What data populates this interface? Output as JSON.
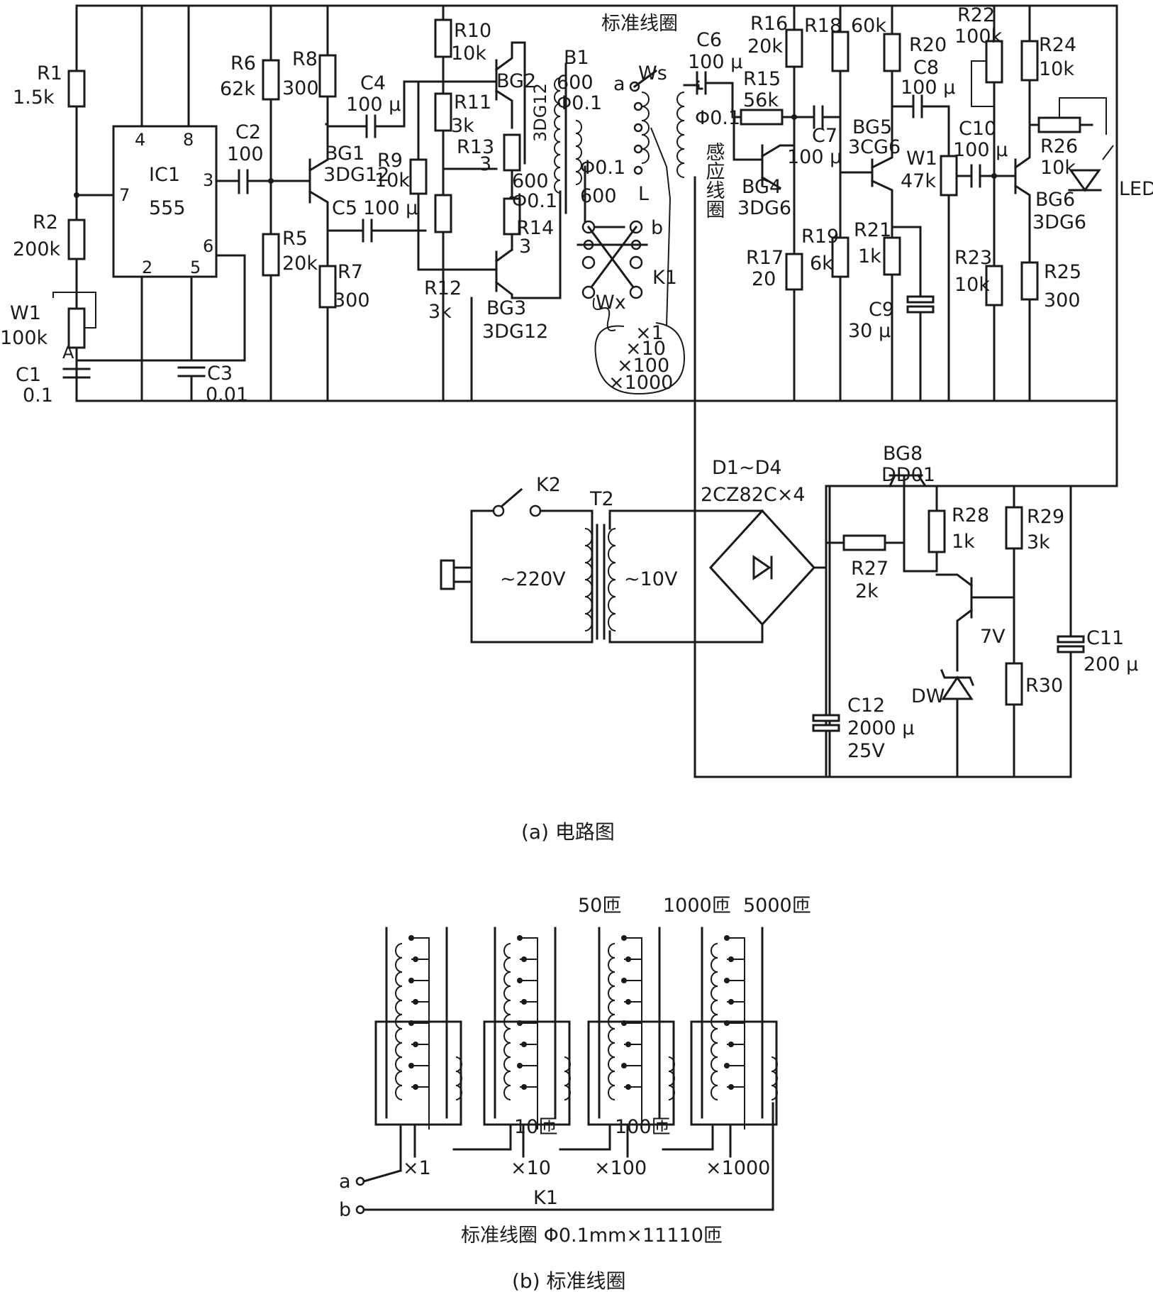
{
  "labels": {
    "r1": "R1",
    "r1v": "1.5k",
    "r2": "R2",
    "r2v": "200k",
    "w1": "W1",
    "w1v": "100k",
    "a": "A",
    "c1": "C1",
    "c1v": "0.1",
    "c3": "C3",
    "c3v": "0.01",
    "ic_title": "IC1",
    "ic_sub": "555",
    "p4": "4",
    "p8": "8",
    "p7": "7",
    "p3": "3",
    "p6": "6",
    "p2": "2",
    "p5": "5",
    "c2": "C2",
    "c2v": "100",
    "r6": "R6",
    "r6v": "62k",
    "r5": "R5",
    "r5v": "20k",
    "r8": "R8",
    "r8v": "300",
    "r7": "R7",
    "r7v": "300",
    "bg1": "BG1",
    "bg1v": "3DG12",
    "c4": "C4",
    "c4v": "100 μ",
    "c5": "C5",
    "c5v": "100 μ",
    "r9": "R9",
    "r9v": "10k",
    "r10": "R10",
    "r10v": "10k",
    "r11": "R11",
    "r11v": "3k",
    "r12": "R12",
    "r12v": "3k",
    "r13": "R13",
    "r13v": "3",
    "r14": "R14",
    "r14v": "3",
    "bg2": "BG2",
    "bg2v": "3DG12",
    "bg3": "BG3",
    "bg3v": "3DG12",
    "b1": "B1",
    "t600a": "600",
    "t01a": "Φ0.1",
    "t600b": "600",
    "t01b": "Φ0.1",
    "t01c": "Φ0.1",
    "t600c": "600",
    "std_coil": "标准线圈",
    "ws": "Ws",
    "ta": "a",
    "tb": "b",
    "tl": "L",
    "k1": "K1",
    "wx": "Wx",
    "x1": "×1",
    "x10": "×10",
    "x100": "×100",
    "x1000": "×1000",
    "c6": "C6",
    "c6v": "100 μ",
    "t01d": "Φ0.1",
    "ind_coil": "感应线圈",
    "r15": "R15",
    "r15v": "56k",
    "r16": "R16",
    "r16v": "20k",
    "r17": "R17",
    "r17v": "20",
    "c7": "C7",
    "c7v": "100 μ",
    "bg4": "BG4",
    "bg4v": "3DG6",
    "r18": "R18",
    "r18v": "60k",
    "r19": "R19",
    "r19v": "6k",
    "bg5": "BG5",
    "bg5v": "3CG6",
    "r20": "R20",
    "c8": "C8",
    "c8v": "100 μ",
    "r21": "R21",
    "r21v": "1k",
    "c9": "C9",
    "c9v": "30 μ",
    "w1b": "W1",
    "w1bv": "47k",
    "c10": "C10",
    "c10v": "100 μ",
    "r22": "R22",
    "r22v": "100k",
    "r23": "R23",
    "r23v": "10k",
    "r24": "R24",
    "r24v": "10k",
    "r26": "R26",
    "r26v": "10k",
    "bg6": "BG6",
    "bg6v": "3DG6",
    "r25": "R25",
    "r25v": "300",
    "led": "LED",
    "k2": "K2",
    "t2": "T2",
    "v220": "~220V",
    "v10": "~10V",
    "d1d4": "D1~D4",
    "d1d4v": "2CZ82C×4",
    "bg8": "BG8",
    "bg8v": "DD01",
    "r27": "R27",
    "r27v": "2k",
    "r28": "R28",
    "r28v": "1k",
    "r29": "R29",
    "r29v": "3k",
    "r30": "R30",
    "c11": "C11",
    "c11v": "200 μ",
    "c12": "C12",
    "c12v": "2000 μ",
    "c12v2": "25V",
    "dw": "DW",
    "v7": "7V"
  },
  "captions": {
    "a": "(a) 电路图",
    "b": "(b) 标准线圈"
  },
  "fig_b": {
    "t50": "50匝",
    "t1000": "1000匝",
    "t5000": "5000匝",
    "t10": "10匝",
    "t100": "100匝",
    "x1": "×1",
    "x10": "×10",
    "x100": "×100",
    "x1000": "×1000",
    "a": "a",
    "b": "b",
    "k1": "K1",
    "spec": "标准线圈  Φ0.1mm×11110匝"
  }
}
